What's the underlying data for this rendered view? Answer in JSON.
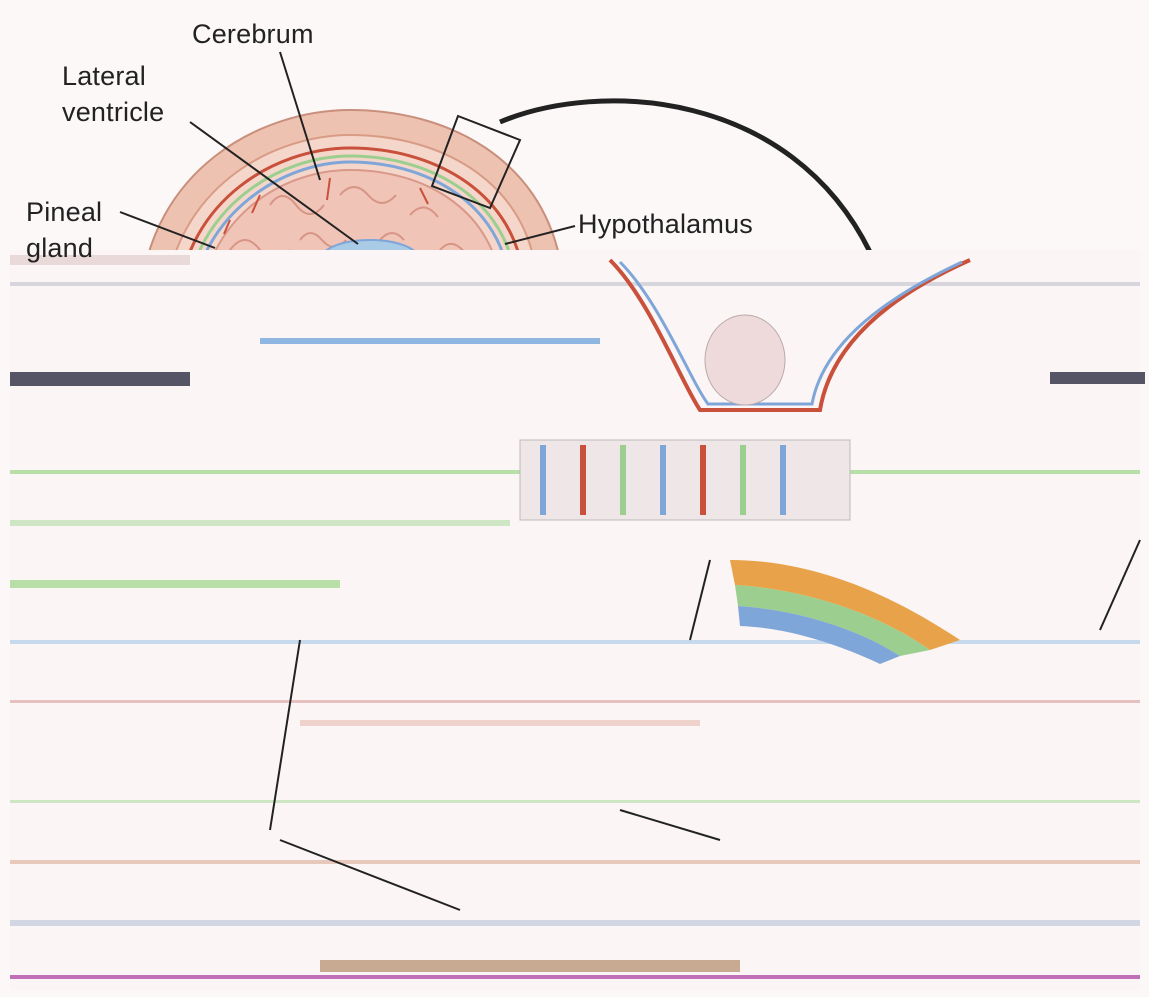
{
  "labels": {
    "cerebrum": "Cerebrum",
    "lateral_line1": "Lateral",
    "lateral_line2": "ventricle",
    "pineal_line1": "Pineal",
    "pineal_line2": "gland",
    "hypothalamus": "Hypothalamus"
  },
  "colors": {
    "background": "#fcf8f8",
    "skull": "#e8b9a6",
    "brain": "#f2c9bd",
    "ventricle": "#a9cbe6",
    "leader_line": "#222222",
    "accent_red": "#c9503a",
    "accent_green": "#9ccf8f",
    "accent_blue": "#7fa6d8",
    "accent_orange": "#e8a24a"
  }
}
